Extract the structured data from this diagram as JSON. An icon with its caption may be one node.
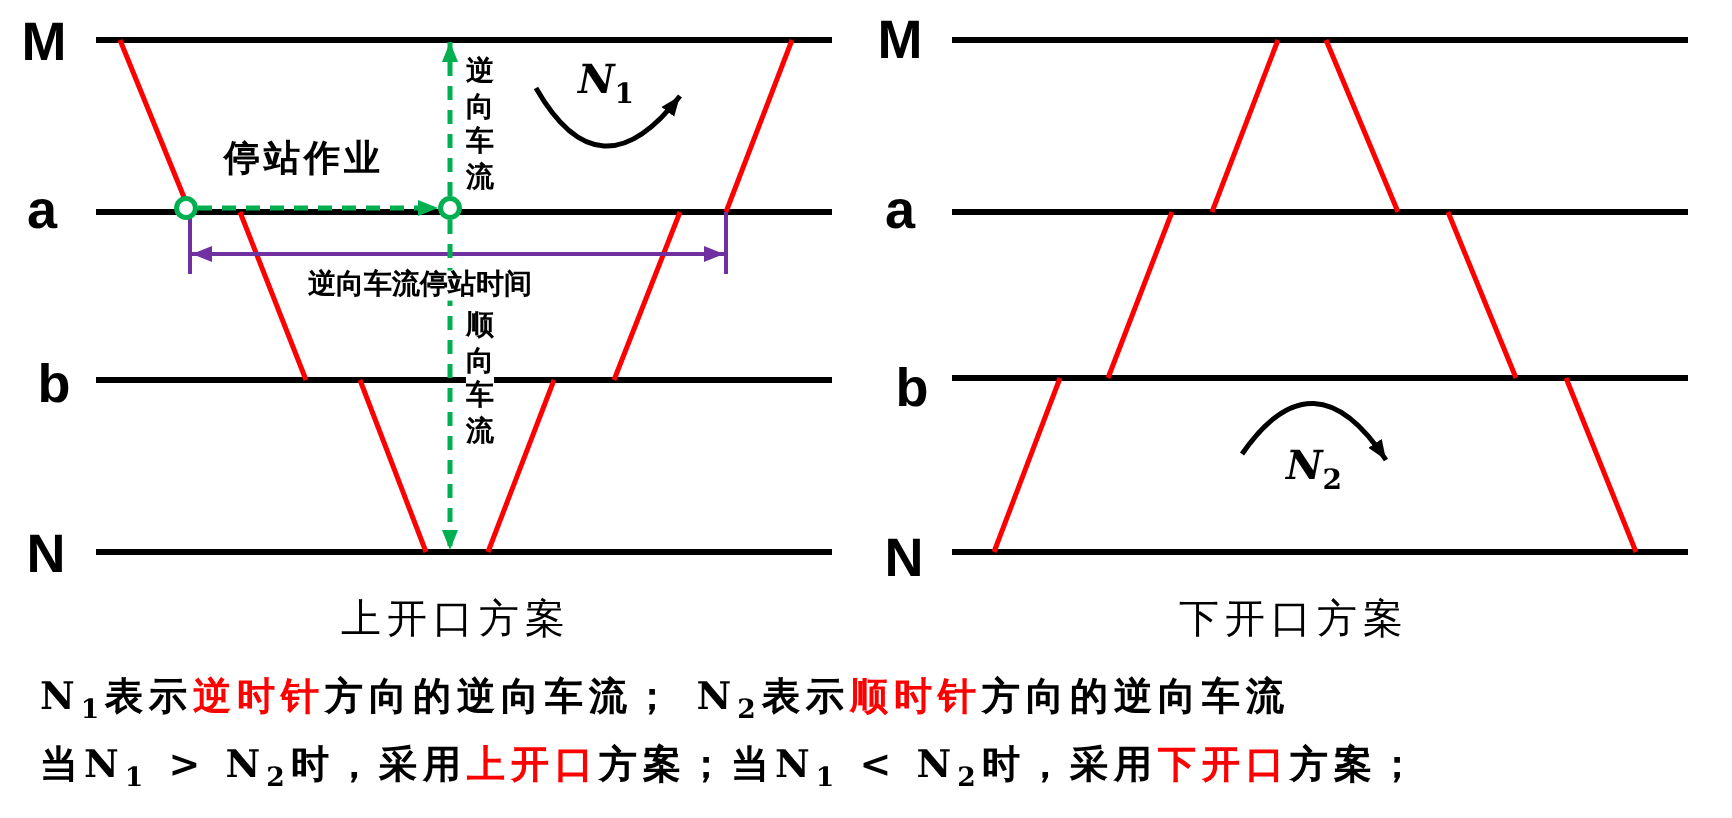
{
  "diagram": {
    "nodes": [
      {
        "text": [],
        "shape": "circle"
      },
      {
        "text": [],
        "shape": "circle"
      }
    ],
    "edges": [
      {
        "from": 0,
        "to": 1,
        "arrow": "to",
        "label": "停站作业",
        "style": "dashed"
      },
      {
        "from": 1,
        "to": null,
        "arrow": "to",
        "label": "逆向车流",
        "style": "dashed"
      },
      {
        "from": 1,
        "to": null,
        "arrow": "to",
        "label": "顺向车流",
        "style": "dashed"
      }
    ],
    "labels": [
      "M",
      "a",
      "b",
      "N",
      "N$_{1}$",
      "逆向车流停站时间",
      "上开口方案",
      "M",
      "a",
      "b",
      "N",
      "N$_{2}$",
      "下开口方案",
      "N$_{1}$表示**逆时针**方向的逆向车流；  N$_{2}$表示**顺时针**方向的逆向车流",
      "当N$_{1}$ > N$_{2}$时，采用**上开口**方案；当N$_{1}$ < N$_{2}$时，采用**下开口**方案；"
    ]
  }
}
